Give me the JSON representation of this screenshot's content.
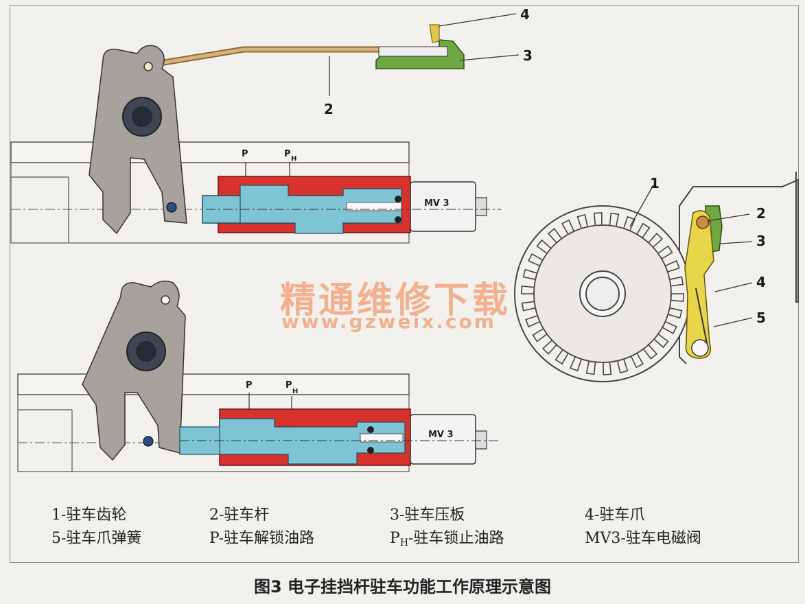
{
  "callouts": {
    "n1": "1",
    "n2": "2",
    "n3": "3",
    "n4": "4",
    "n5": "5"
  },
  "valve": {
    "label": "MV 3",
    "label_lower": "MV 3"
  },
  "ports": {
    "p": "P",
    "ph_main": "P",
    "ph_sub": "H"
  },
  "watermark": {
    "title": "精通维修下载",
    "url": "www.gzweix.com"
  },
  "legend": {
    "item1": "1-驻车齿轮",
    "item2": "2-驻车杆",
    "item3": "3-驻车压板",
    "item4": "4-驻车爪",
    "item5": "5-驻车爪弹簧",
    "itemP": "P-驻车解锁油路",
    "itemPH_main": "P",
    "itemPH_sub": "H",
    "itemPH_rest": "-驻车锁止油路",
    "itemMV3": "MV3-驻车电磁阀"
  },
  "caption": "图3 电子挂挡杆驻车功能工作原理示意图",
  "colors": {
    "casing_red": "#d8322c",
    "piston_blue": "#7fc4d4",
    "lever_gray": "#a5a09b",
    "rod_tan": "#c9a46a",
    "plate_green": "#7fb24a",
    "pawl_yellow": "#e8d54a"
  }
}
